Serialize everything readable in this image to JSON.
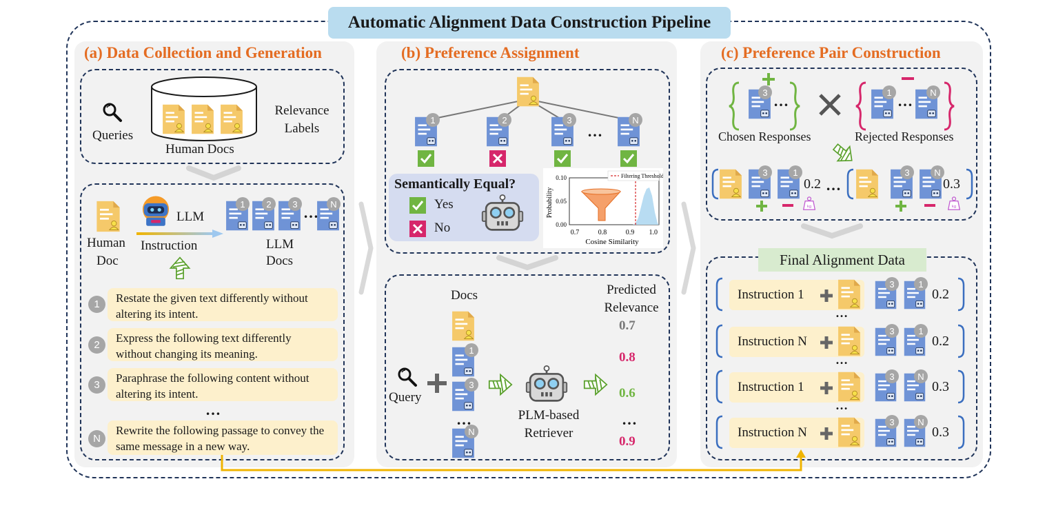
{
  "title": "Automatic Alignment Data Construction Pipeline",
  "panel_a": {
    "title": "(a) Data Collection and Generation",
    "queries": "Queries",
    "human_docs": "Human Docs",
    "relevance_1": "Relevance",
    "relevance_2": "Labels",
    "llm": "LLM",
    "human_doc_1": "Human",
    "human_doc_2": "Doc",
    "instruction": "Instruction",
    "llm_docs_1": "LLM",
    "llm_docs_2": "Docs",
    "ellipsis": "…",
    "instructions": [
      {
        "num": "1",
        "text": "Restate the given text differently without altering its intent."
      },
      {
        "num": "2",
        "text": "Express the following text differently without changing its meaning."
      },
      {
        "num": "3",
        "text": "Paraphrase the following content without altering its intent."
      },
      {
        "num": "N",
        "text": "Rewrite the following passage to convey the same message in a new way."
      }
    ]
  },
  "panel_b": {
    "title": "(b) Preference Assignment",
    "doc_nums": [
      "1",
      "2",
      "3",
      "N"
    ],
    "ellipsis": "…",
    "sem_equal": "Semantically Equal?",
    "yes": "Yes",
    "no": "No",
    "chart_legend": "Filtering Threshold",
    "chart_ylabel": "Probability",
    "chart_xlabel": "Cosine Similarity",
    "chart_yticks": [
      "0.10",
      "0.05",
      "0.00"
    ],
    "chart_xticks": [
      "0.7",
      "0.8",
      "0.9",
      "1.0"
    ],
    "docs": "Docs",
    "predicted_1": "Predicted",
    "predicted_2": "Relevance",
    "query": "Query",
    "retriever_1": "PLM-based",
    "retriever_2": "Retriever",
    "scores": [
      "0.7",
      "0.8",
      "0.6",
      "…",
      "0.9"
    ]
  },
  "panel_c": {
    "title": "(c) Preference Pair Construction",
    "chosen": "Chosen Responses",
    "rejected": "Rejected Responses",
    "ellipsis": "…",
    "pair_score_1": "0.2",
    "pair_score_2": "0.3",
    "final_title": "Final Alignment Data",
    "rows": [
      {
        "instr": "Instruction 1",
        "a": "3",
        "b": "1",
        "score": "0.2"
      },
      {
        "instr": "Instruction N",
        "a": "3",
        "b": "1",
        "score": "0.2"
      },
      {
        "instr": "Instruction 1",
        "a": "3",
        "b": "N",
        "score": "0.3"
      },
      {
        "instr": "Instruction N",
        "a": "3",
        "b": "N",
        "score": "0.3"
      }
    ]
  },
  "colors": {
    "accent_orange": "#e46c22",
    "dark_navy": "#1f3358",
    "title_blue": "#b9dcef",
    "positive_green": "#70b542",
    "negative_pink": "#d6276b",
    "doc_blue": "#6f93d6",
    "doc_yellow": "#f5c96a",
    "arrow_yellow": "#f0b400"
  },
  "icons": [
    "search-icon",
    "database-icon",
    "robot-icon",
    "document-icon",
    "check-icon",
    "cross-icon",
    "funnel-icon",
    "weight-icon",
    "plus-icon",
    "minus-icon",
    "times-icon"
  ]
}
